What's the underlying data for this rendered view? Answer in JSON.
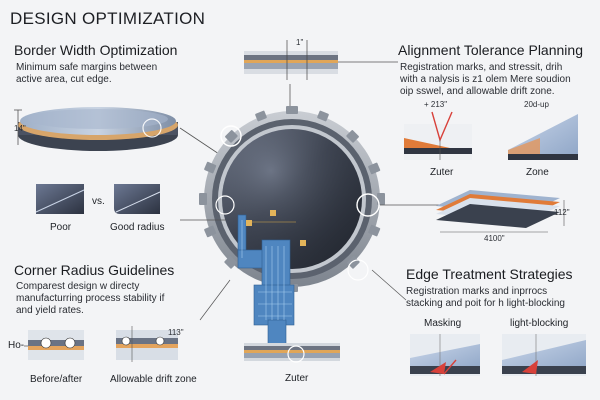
{
  "title": "DESIGN OPTIMIZATION",
  "border": {
    "heading": "Border Width Optimization",
    "body": [
      "Minimum safe margins between",
      "active area, cut edge."
    ],
    "dim_label": "14\"",
    "compare_left": "Poor",
    "compare_mid": "vs.",
    "compare_right": "Good radius"
  },
  "corner": {
    "heading": "Corner Radius Guidelines",
    "body": [
      "Comparest design w directy",
      "manufacturring process stability if",
      "and yield rates."
    ],
    "left_tag": "Ho-",
    "right_dim": "113\"",
    "left_caption": "Before/after",
    "right_caption": "Allowable drift zone"
  },
  "center": {
    "top_dim": "1\"",
    "bottom_caption": "Zuter"
  },
  "alignment": {
    "heading": "Alignment Tolerance Planning",
    "body": [
      "Registration marks, and stressit, drih",
      "with a nalysis is z1 olem Mere soudion",
      "oip sswel, and allowable drift zone."
    ],
    "left_dim": "+ 213\"",
    "right_dim": "20d-up",
    "left_caption": "Zuter",
    "right_caption": "Zone",
    "stack_dim_side": "112\"",
    "stack_dim_bottom": "4100\""
  },
  "edge": {
    "heading": "Edge Treatment Strategies",
    "body": [
      "Registration marks and inprrocs",
      "stacking and poit for h light-blocking"
    ],
    "left_caption": "Masking",
    "right_caption": "light-blocking"
  },
  "colors": {
    "background": "#f3f4f6",
    "glass_dark": "#3b4250",
    "metal_ring": "#9aa1ab",
    "circuit_blue": "#4f86c0",
    "accent_orange": "#e07b39",
    "accent_red": "#d8413a"
  }
}
